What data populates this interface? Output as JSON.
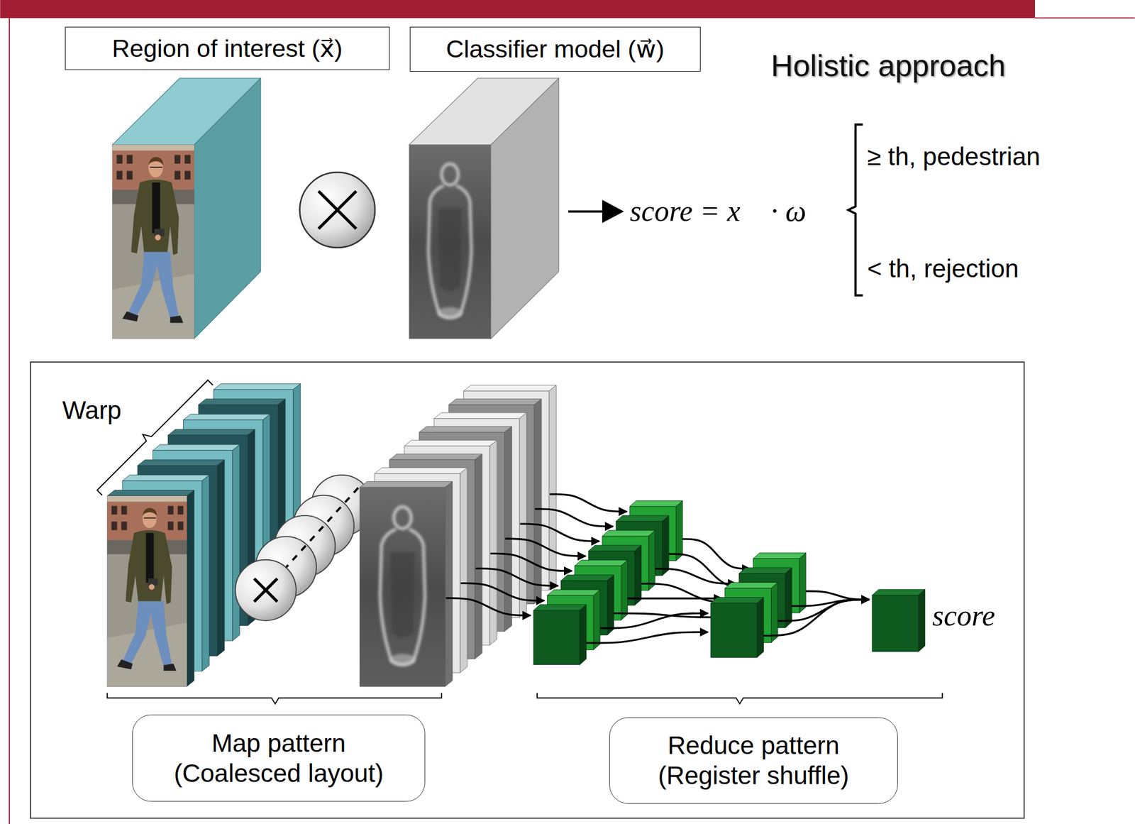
{
  "diagram": {
    "title": "Holistic approach",
    "nodes": [
      {
        "text": [
          "Region of interest (x⃗)"
        ]
      },
      {
        "text": [
          "Classifier model (w⃗)"
        ]
      },
      {
        "text": [
          "Map pattern",
          "(Coalesced layout)"
        ]
      },
      {
        "text": [
          "Reduce pattern",
          "(Register shuffle)"
        ]
      }
    ],
    "labels": [
      "score = x⃗ · ω⃗",
      "≥ th,  pedestrian",
      "< th,  rejection",
      "Warp",
      "score"
    ]
  }
}
